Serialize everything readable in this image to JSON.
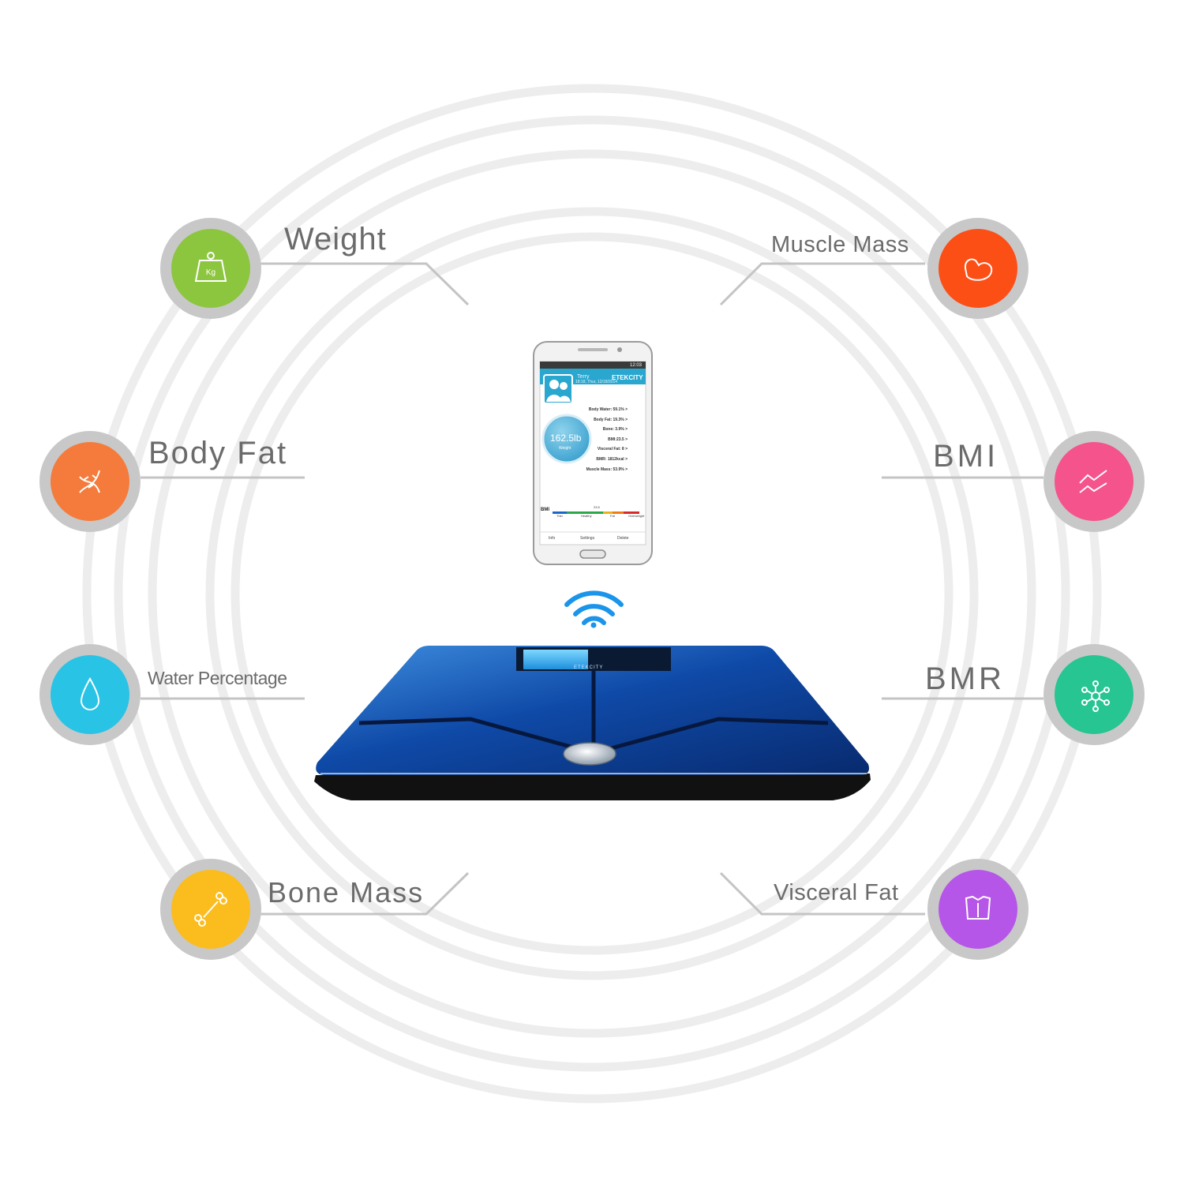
{
  "colors": {
    "ring": "#ededed",
    "badge_ring": "#c8c8c8",
    "connector": "#c4c4c4",
    "label": "#6b6b6b",
    "weight": "#8cc63f",
    "body_fat": "#f47b3b",
    "water": "#29c3e6",
    "bone_mass": "#fbbc1d",
    "muscle_mass": "#fb4f16",
    "bmi": "#f4538b",
    "bmr": "#26c592",
    "visceral_fat": "#b656e8",
    "wifi": "#1a95ea",
    "scale_glass": "#0d3f96"
  },
  "metrics": {
    "weight": {
      "label": "Weight",
      "icon": "kg-weight-icon",
      "icon_text": "Kg"
    },
    "body_fat": {
      "label": "Body Fat",
      "icon": "dna-icon"
    },
    "water": {
      "label": "Water Percentage",
      "icon": "water-drop-icon"
    },
    "bone_mass": {
      "label": "Bone Mass",
      "icon": "bone-icon"
    },
    "muscle_mass": {
      "label": "Muscle Mass",
      "icon": "flexed-arm-icon"
    },
    "bmi": {
      "label": "BMI",
      "icon": "trend-chart-icon"
    },
    "bmr": {
      "label": "BMR",
      "icon": "molecule-icon"
    },
    "visceral_fat": {
      "label": "Visceral Fat",
      "icon": "torso-icon"
    }
  },
  "phone": {
    "status_time": "12:03",
    "user": "Terry",
    "date": "18:18, Thur, 12/18/2014",
    "brand": "ETEKCITY",
    "weight_value": "162.5lb",
    "weight_label": "Weight",
    "stats": [
      "Body Water: 59.1%  >",
      "Body Fat: 19.3%  >",
      "Bone: 3.9%  >",
      "BMI:23.5    >",
      "Visceral Fat:  8   >",
      "BMR: 1812kcal  >",
      "Muscle Mass: 53.9%  >"
    ],
    "bmi_label": "BMI",
    "bmi_value": "23.5",
    "bmi_scale": [
      "Thin",
      "Healthy",
      "Fat",
      "Overweight"
    ],
    "buttons": [
      "Info",
      "Settings",
      "Delete"
    ]
  },
  "scale": {
    "brand": "ETEKCITY"
  }
}
